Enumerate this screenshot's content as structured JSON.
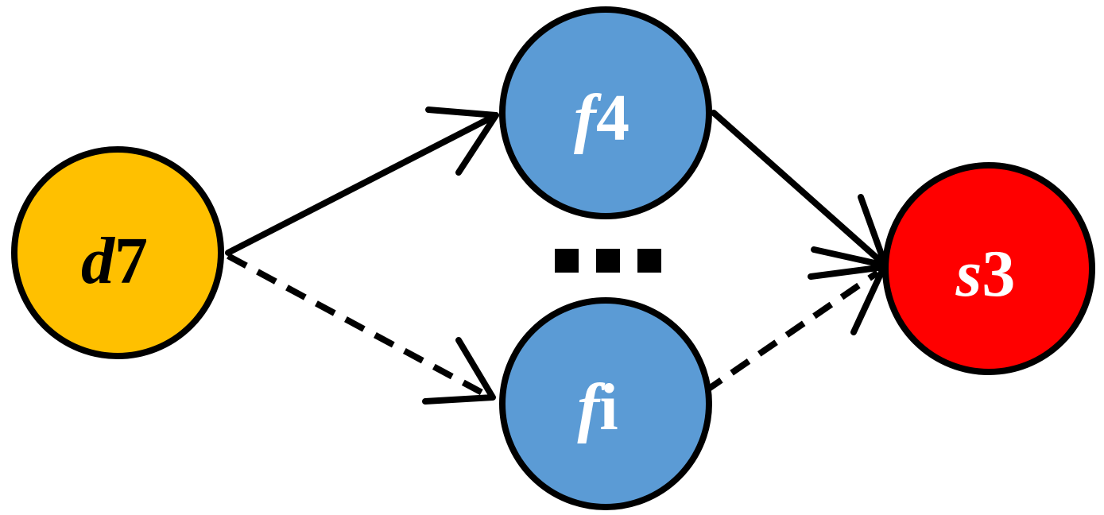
{
  "nodes": {
    "d7": {
      "var": "d",
      "sub": "7",
      "fill": "#FFC000",
      "text_color": "#000000"
    },
    "f4": {
      "var": "f",
      "sub": "4",
      "fill": "#5B9BD5",
      "text_color": "#FFFFFF"
    },
    "fi": {
      "var": "f",
      "sub": "i",
      "fill": "#5B9BD5",
      "text_color": "#FFFFFF"
    },
    "s3": {
      "var": "s",
      "sub": "3",
      "fill": "#FF0000",
      "text_color": "#FFFFFF"
    }
  },
  "edges": [
    {
      "from": "d7",
      "to": "f4",
      "style": "solid"
    },
    {
      "from": "d7",
      "to": "fi",
      "style": "dashed"
    },
    {
      "from": "f4",
      "to": "s3",
      "style": "solid"
    },
    {
      "from": "fi",
      "to": "s3",
      "style": "dashed"
    }
  ],
  "ellipsis": {
    "count": 3,
    "color": "#000000"
  }
}
